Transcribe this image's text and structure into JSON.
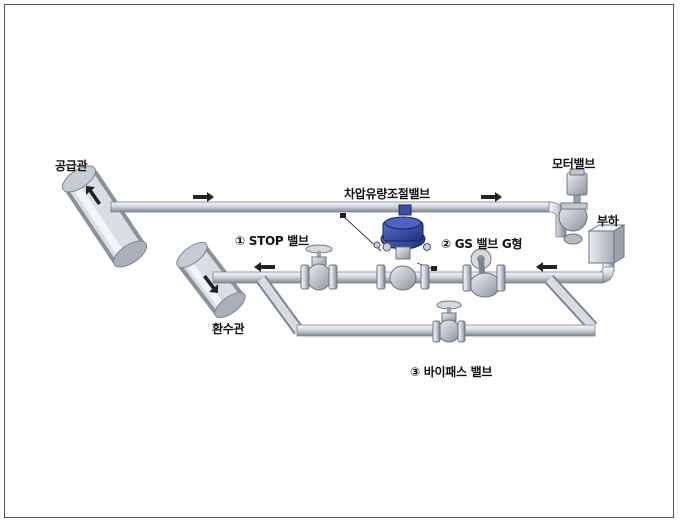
{
  "labels": {
    "supply_pipe": "공급관",
    "return_pipe": "환수관",
    "motor_valve": "모터밸브",
    "load": "부하",
    "diff_pressure_valve": "차압유량조절밸브",
    "stop_valve": "① STOP 밸브",
    "gs_valve": "② GS 밸브 G형",
    "bypass_valve": "③ 바이패스 밸브"
  },
  "colors": {
    "pipe_light": "#e4e8ee",
    "pipe_mid": "#b9c0ca",
    "pipe_dark": "#7c8590",
    "actuator_blue": "#2f49a8",
    "arrow": "#222222"
  }
}
